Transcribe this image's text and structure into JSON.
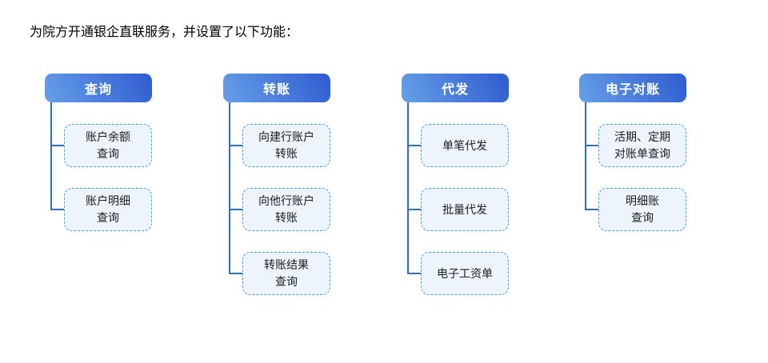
{
  "title": "为院方开通银企直联服务，并设置了以下功能：",
  "colors": {
    "header_gradient_start": "#67A0E8",
    "header_gradient_end": "#2E5BD0",
    "connector_line": "#2B6FD3",
    "node_border": "#41A0EE",
    "node_fill": "#EEF4FB",
    "header_text": "#ffffff",
    "node_text": "#1d1d1f"
  },
  "columns": [
    {
      "title": "查询",
      "items": [
        {
          "label": "账户余额\n查询"
        },
        {
          "label": "账户明细\n查询"
        }
      ]
    },
    {
      "title": "转账",
      "items": [
        {
          "label": "向建行账户\n转账"
        },
        {
          "label": "向他行账户\n转账"
        },
        {
          "label": "转账结果\n查询"
        }
      ]
    },
    {
      "title": "代发",
      "items": [
        {
          "label": "单笔代发"
        },
        {
          "label": "批量代发"
        },
        {
          "label": "电子工资单"
        }
      ]
    },
    {
      "title": "电子对账",
      "items": [
        {
          "label": "活期、定期\n对账单查询"
        },
        {
          "label": "明细账\n查询"
        }
      ]
    }
  ]
}
